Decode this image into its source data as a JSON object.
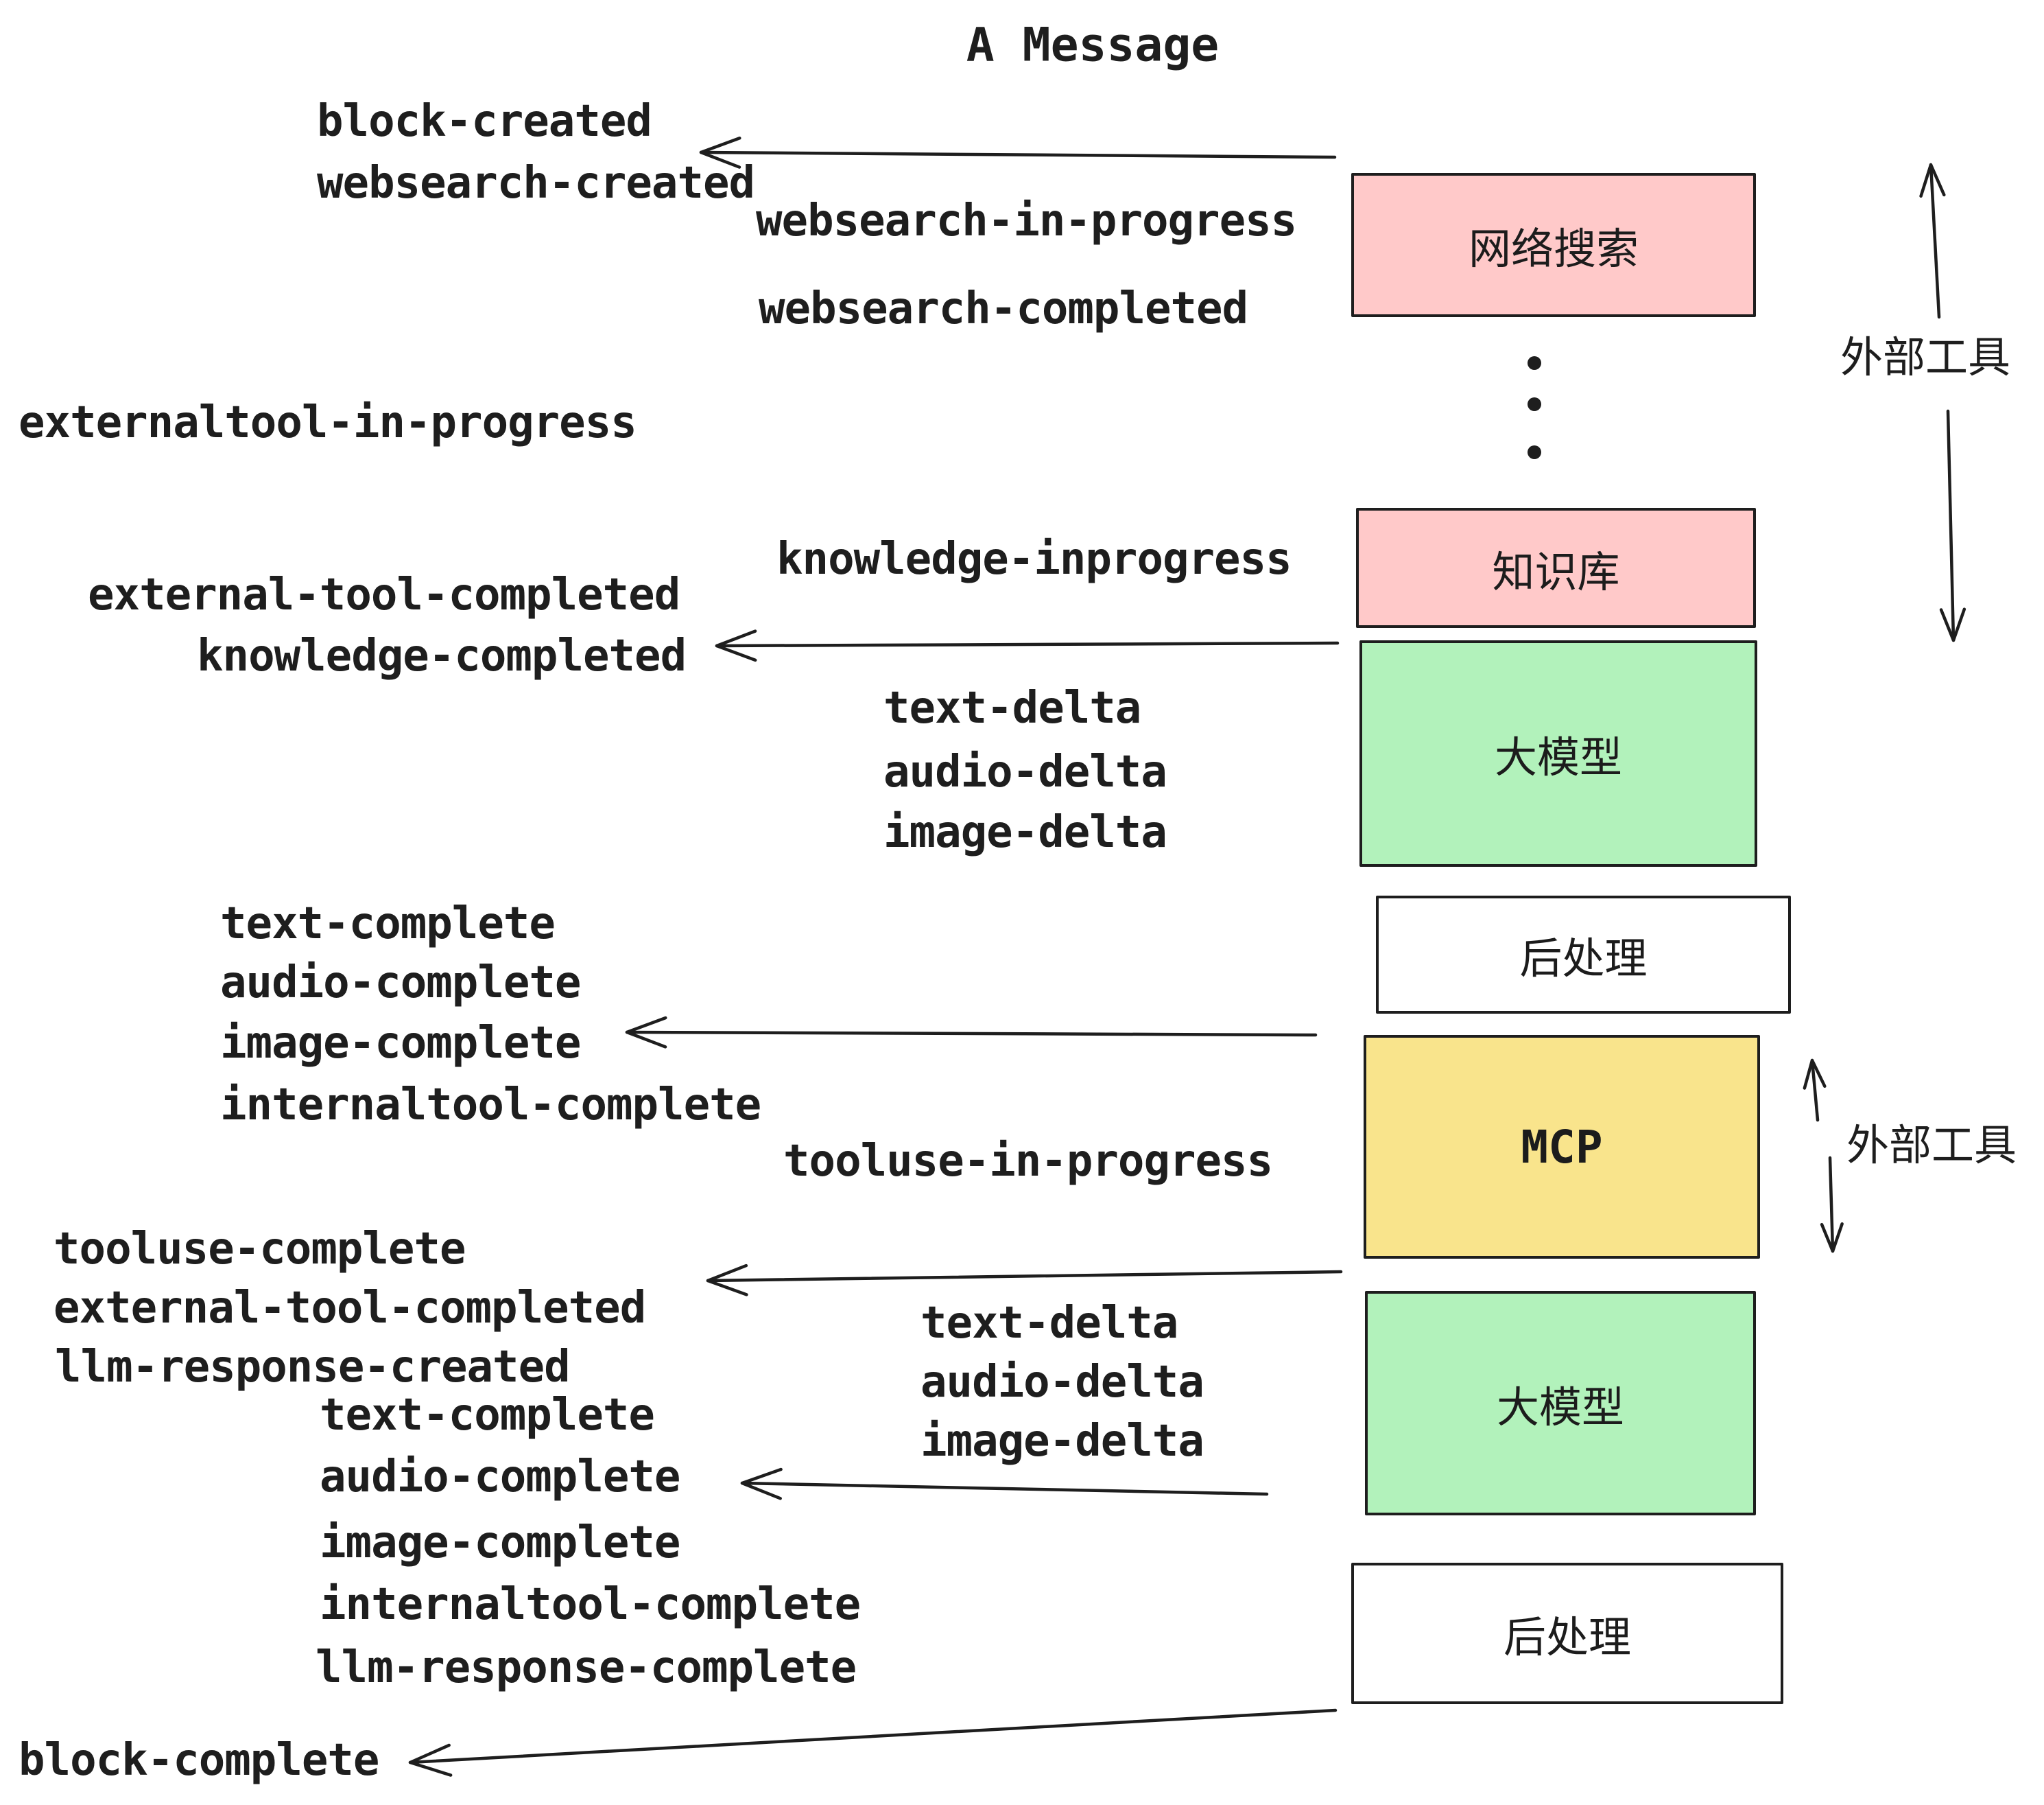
{
  "title": "A Message",
  "colors": {
    "ink": "#1e1e1e",
    "pink": "#ffc9c9",
    "green": "#b2f2bb",
    "yellow": "#f9e48c",
    "white": "#ffffff"
  },
  "boxes": {
    "websearch": {
      "label": "网络搜索",
      "color": "#ffc9c9"
    },
    "knowledge": {
      "label": "知识库",
      "color": "#ffc9c9"
    },
    "llm_top": {
      "label": "大模型",
      "color": "#b2f2bb"
    },
    "post_top": {
      "label": "后处理",
      "color": "#ffffff"
    },
    "mcp": {
      "label": "MCP",
      "color": "#f9e48c"
    },
    "llm_bottom": {
      "label": "大模型",
      "color": "#b2f2bb"
    },
    "post_bottom": {
      "label": "后处理",
      "color": "#ffffff"
    }
  },
  "side_labels": {
    "external_tools_top": "外部工具",
    "external_tools_bottom": "外部工具"
  },
  "events": {
    "block_created": "block-created",
    "websearch_created": "websearch-created",
    "websearch_in_progress": "websearch-in-progress",
    "websearch_completed": "websearch-completed",
    "externaltool_in_progress": "externaltool-in-progress",
    "knowledge_inprogress": "knowledge-inprogress",
    "external_tool_completed_1": "external-tool-completed",
    "knowledge_completed": "knowledge-completed",
    "text_delta_1": "text-delta",
    "audio_delta_1": "audio-delta",
    "image_delta_1": "image-delta",
    "text_complete_1": "text-complete",
    "audio_complete_1": "audio-complete",
    "image_complete_1": "image-complete",
    "internaltool_complete_1": "internaltool-complete",
    "tooluse_in_progress": "tooluse-in-progress",
    "tooluse_complete": "tooluse-complete",
    "external_tool_completed_2": "external-tool-completed",
    "llm_response_created": "llm-response-created",
    "text_complete_2": "text-complete",
    "audio_complete_2": "audio-complete",
    "image_complete_2": "image-complete",
    "internaltool_complete_2": "internaltool-complete",
    "llm_response_complete": "llm-response-complete",
    "block_complete": "block-complete"
  }
}
